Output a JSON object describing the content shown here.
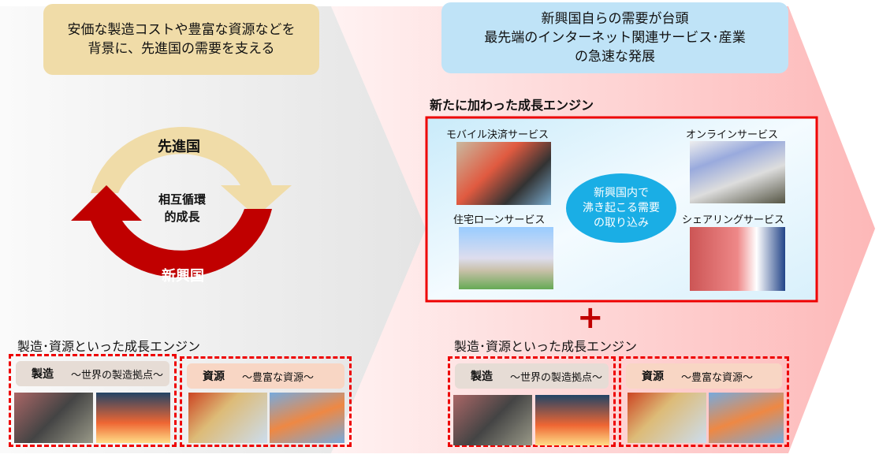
{
  "left": {
    "top_text": "安価な製造コストや豊富な資源などを\n背景に、先進国の需要を支える",
    "cycle": {
      "top": "先進国",
      "center": "相互循環\n的成長",
      "bottom": "新興国"
    },
    "engine_title": "製造･資源といった成長エンジン"
  },
  "right": {
    "top_text": "新興国自らの需要が台頭\n最先端のインターネット関連サービス･産業\nの急速な発展",
    "new_engine_title": "新たに加わった成長エンジン",
    "services": [
      "モバイル決済サービス",
      "オンラインサービス",
      "住宅ローンサービス",
      "シェアリングサービス"
    ],
    "center_bubble": "新興国内で\n沸き起こる需要\nの取り込み",
    "plus": "+",
    "engine_title": "製造･資源といった成長エンジン"
  },
  "engines": {
    "manufacturing": {
      "title": "製造",
      "subtitle": "～世界の製造拠点～"
    },
    "resources": {
      "title": "資源",
      "subtitle": "～豊富な資源～"
    }
  },
  "colors": {
    "red": "#c00000",
    "tan": "#f0dca8",
    "blue": "#bfe3f7",
    "bubble": "#1aaee5"
  }
}
